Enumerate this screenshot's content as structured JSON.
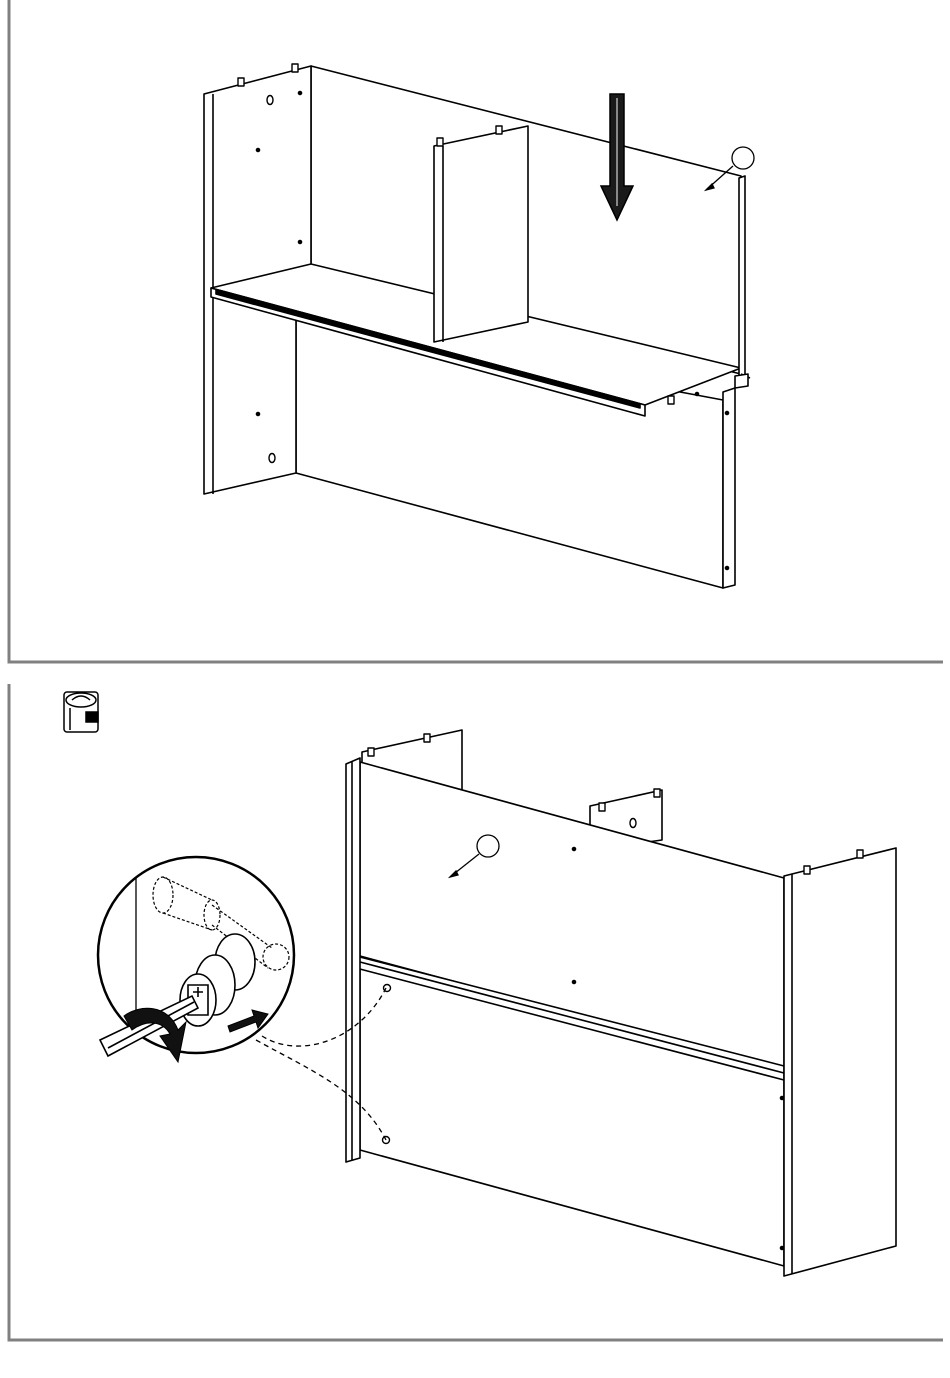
{
  "page": {
    "background": "#ffffff",
    "frame_color": "#808080",
    "line_color": "#000000"
  },
  "steps": [
    {
      "name": "step-insert-back-panel",
      "icons": [
        "down-arrow-icon",
        "part-callout-circle"
      ],
      "callout_label": ""
    },
    {
      "name": "step-tighten-cam-locks",
      "icons": [
        "cam-lock-hardware-icon",
        "zoom-detail-circle",
        "screwdriver-icon",
        "rotate-arrow-icon",
        "push-arrow-icon",
        "part-callout-circle"
      ],
      "callout_label": ""
    }
  ]
}
